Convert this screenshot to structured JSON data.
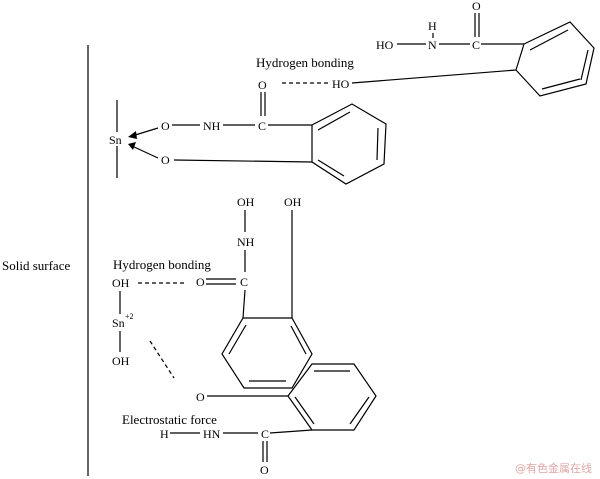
{
  "labels": {
    "solid_surface": "Solid surface",
    "hbond_top": "Hydrogen bonding",
    "hbond_mid": "Hydrogen bonding",
    "electrostatic": "Electrostatic force"
  },
  "atoms": {
    "top_ho": "HO",
    "top_n": "N",
    "top_h": "H",
    "top_o": "O",
    "top_c": "C",
    "top_ring_ho": "HO",
    "chel_o_dbl": "O",
    "chel_c": "C",
    "chel_nh": "NH",
    "chel_o1": "O",
    "chel_o2": "O",
    "chel_sn": "Sn",
    "mid_oh1": "OH",
    "mid_oh2": "OH",
    "mid_nh": "NH",
    "mid_o": "O",
    "mid_c": "C",
    "sn_oh_top": "OH",
    "sn_center": "Sn",
    "sn_charge": "+2",
    "sn_oh_bottom": "OH",
    "bot_o": "O",
    "bot_h": "H",
    "bot_hn": "HN",
    "bot_c": "C",
    "bot_o_dbl": "O"
  },
  "watermark": "@有色金属在线"
}
